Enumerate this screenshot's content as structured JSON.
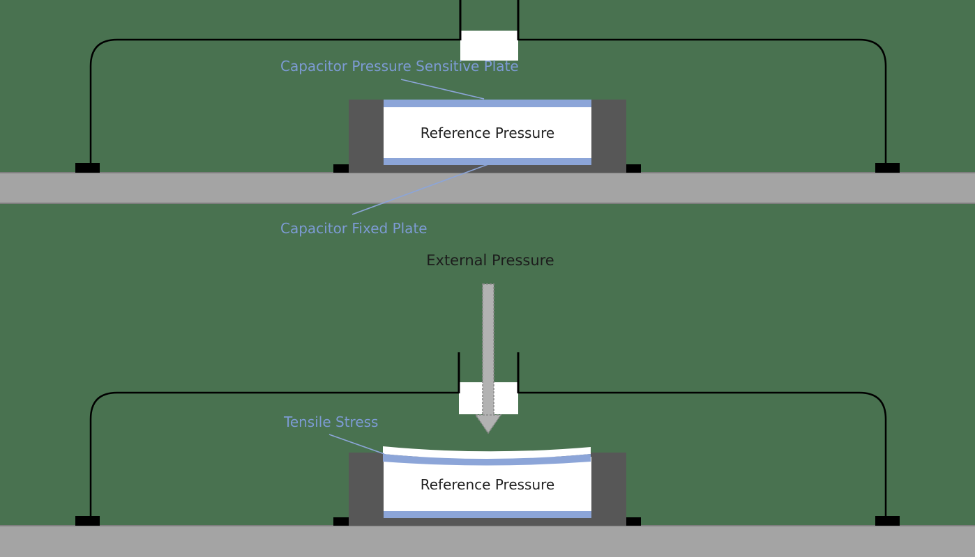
{
  "title": "Capacitive pressure sensor diagram",
  "colors": {
    "background": "#497250",
    "plate_blue": "#8CA5D8",
    "label_blue": "#7D9BD4",
    "housing_gray": "#575757",
    "base_gray": "#A4A4A4",
    "base_border": "#7E7E7E",
    "arrow_gray": "#B2B2B2",
    "arrow_border": "#8A8A8A",
    "wire_black": "#000000",
    "chamber_white": "#FFFFFF",
    "body_text": "#1C1C1C"
  },
  "diagram_top": {
    "sensitive_plate_label": "Capacitor Pressure Sensitive Plate",
    "fixed_plate_label": "Capacitor Fixed Plate",
    "chamber_label": "Reference Pressure"
  },
  "diagram_bottom": {
    "external_pressure_label": "External Pressure",
    "tensile_stress_label": "Tensile Stress",
    "chamber_label": "Reference Pressure"
  }
}
